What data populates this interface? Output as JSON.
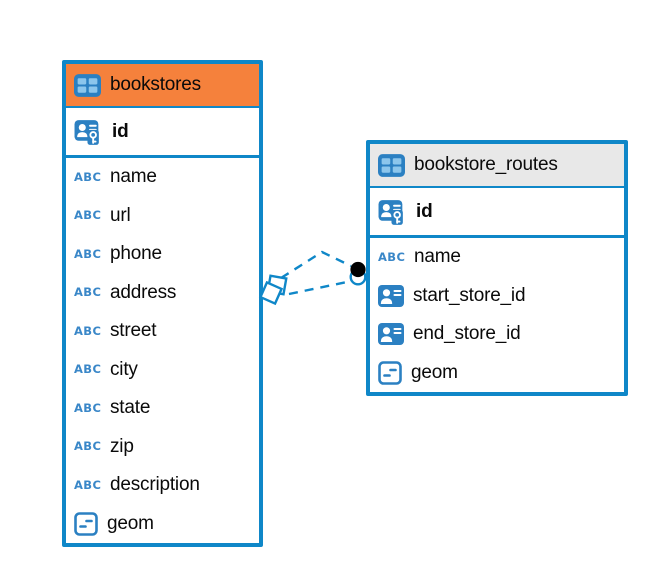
{
  "canvas": {
    "background": "#ffffff"
  },
  "colors": {
    "table_border_blue": "#0F87C8",
    "icon_blue": "#2B80C2",
    "icon_cell_light_blue": "#8CC6EC",
    "text_type_blue": "#3A87C8",
    "bookstores_header_orange": "#F5813C",
    "routes_header_gray": "#E8E8E8",
    "text_color": "#0A0A0A"
  },
  "icons": {
    "text_type_glyph": "ABC"
  },
  "tables": [
    {
      "name": "bookstores",
      "header_style": "orange",
      "columns": [
        {
          "name": "id",
          "type": "primary-key"
        },
        {
          "name": "name",
          "type": "text"
        },
        {
          "name": "url",
          "type": "text"
        },
        {
          "name": "phone",
          "type": "text"
        },
        {
          "name": "address",
          "type": "text"
        },
        {
          "name": "street",
          "type": "text"
        },
        {
          "name": "city",
          "type": "text"
        },
        {
          "name": "state",
          "type": "text"
        },
        {
          "name": "zip",
          "type": "text"
        },
        {
          "name": "description",
          "type": "text"
        },
        {
          "name": "geom",
          "type": "geometry"
        }
      ]
    },
    {
      "name": "bookstore_routes",
      "header_style": "gray",
      "columns": [
        {
          "name": "id",
          "type": "primary-key"
        },
        {
          "name": "name",
          "type": "text"
        },
        {
          "name": "start_store_id",
          "type": "reference"
        },
        {
          "name": "end_store_id",
          "type": "reference"
        },
        {
          "name": "geom",
          "type": "geometry"
        }
      ]
    }
  ],
  "relationship": {
    "style": "dashed",
    "line_count": 2,
    "left_end_marker": "stacked-squares",
    "right_end_marker": "filled-dot"
  }
}
